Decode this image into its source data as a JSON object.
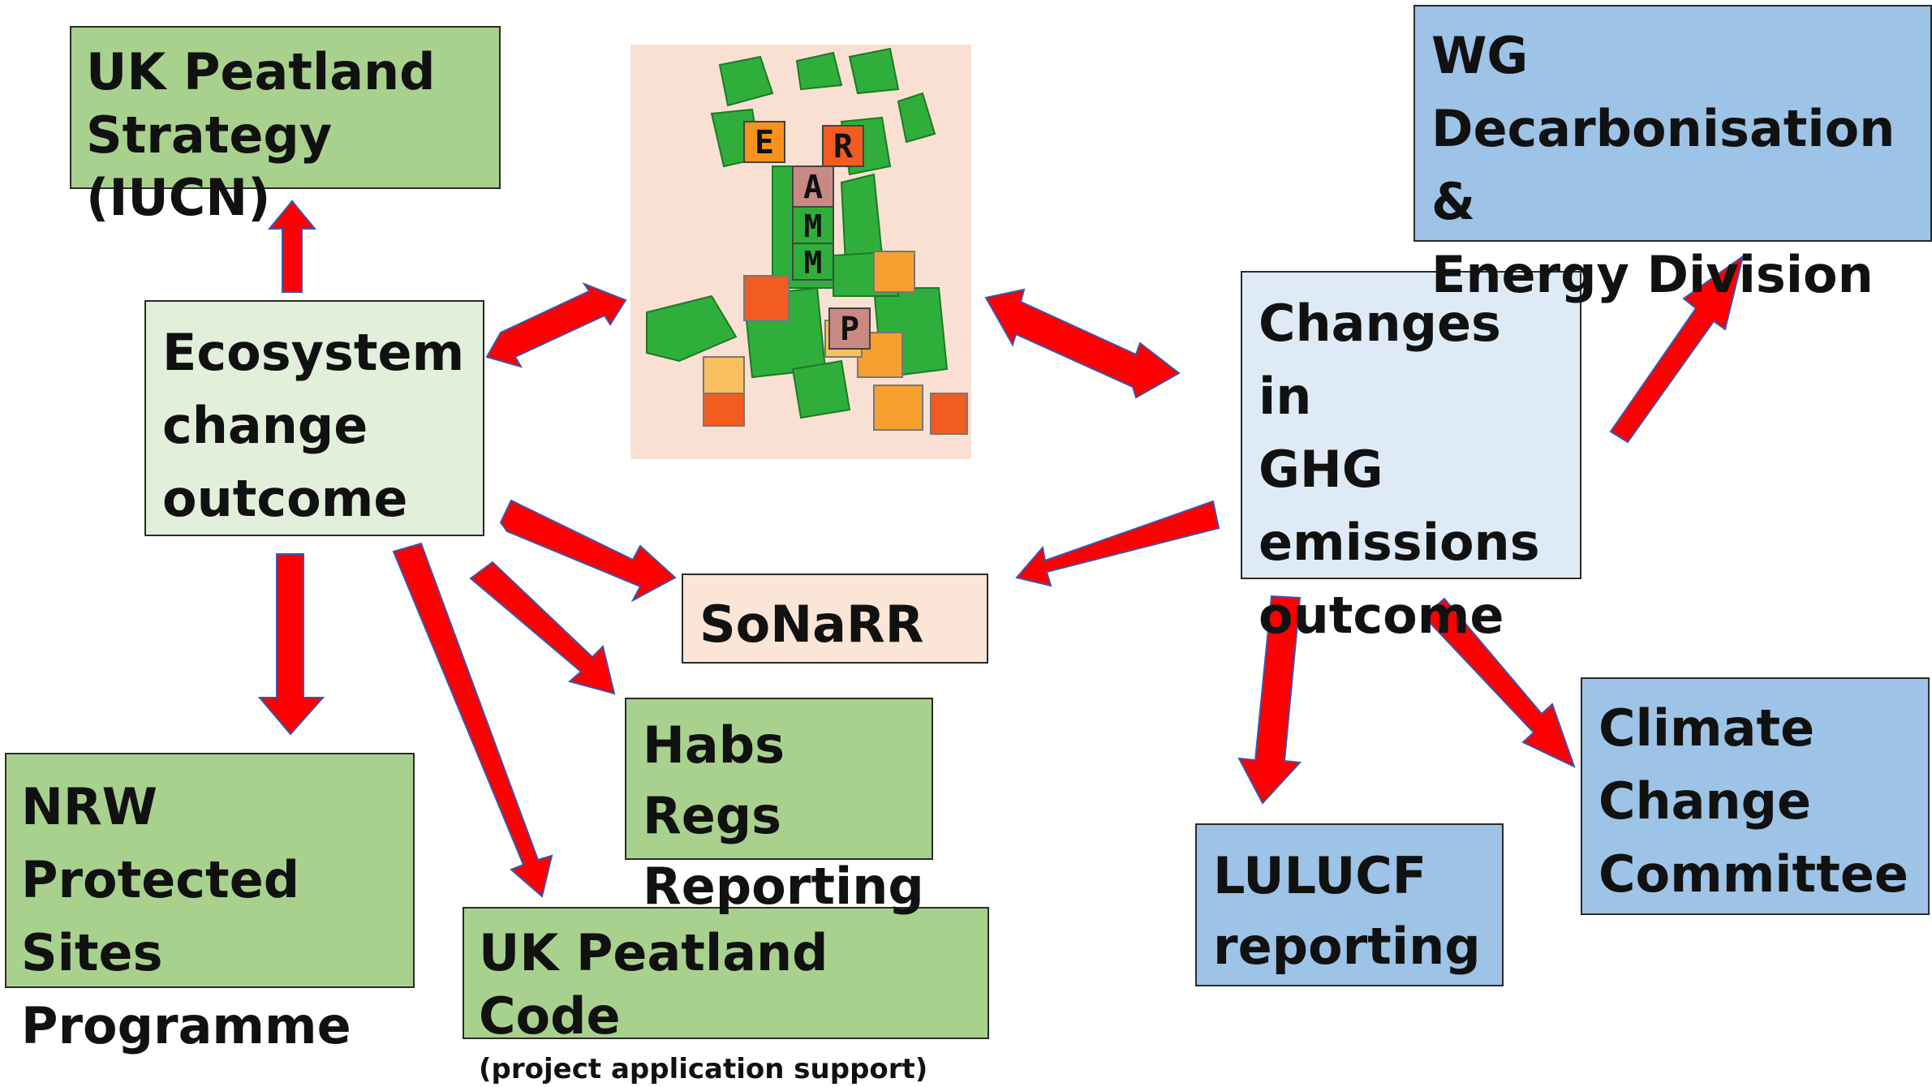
{
  "nodes": {
    "uk_peatland_strategy": "UK Peatland\nStrategy (IUCN)",
    "ecosystem_change": "Ecosystem\nchange\noutcome",
    "nrw": "NRW\nProtected Sites\nProgramme",
    "uk_peatland_code": "UK Peatland Code",
    "uk_peatland_code_sub": "(project application support)",
    "habs_regs": "Habs Regs\nReporting",
    "sonarr": "SoNaRR",
    "ghg": "Changes in\nGHG\nemissions\noutcome",
    "wg": "WG\nDecarbonisation &\nEnergy Division",
    "lulucf": "LULUCF\nreporting",
    "ccc": "Climate\nChange\nCommittee"
  },
  "map_logo": {
    "letters": [
      "E",
      "R",
      "A",
      "M",
      "M",
      "P"
    ]
  },
  "colors": {
    "green_box": "#a9d18e",
    "light_green_box": "#e2efda",
    "blue_box": "#9dc3e6",
    "light_blue_box": "#deebf7",
    "peach_box": "#fbe5d6",
    "arrow_fill": "#ff0000",
    "arrow_stroke": "#3a56b0"
  }
}
